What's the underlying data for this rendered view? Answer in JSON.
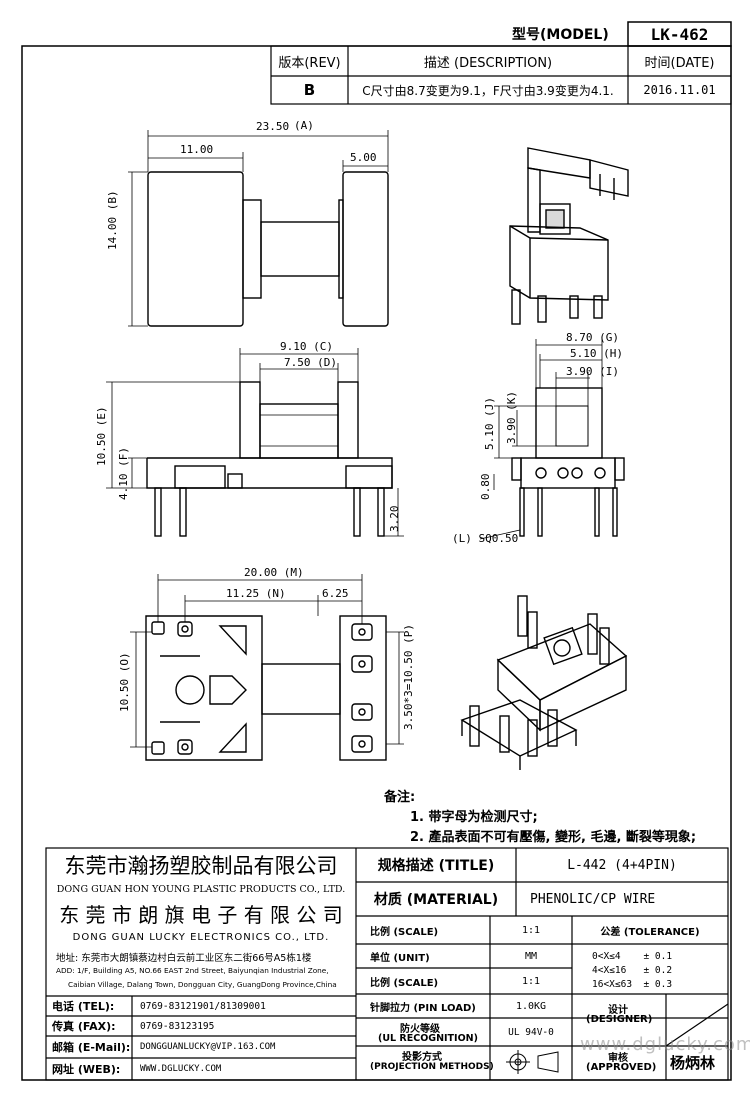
{
  "header": {
    "model_label": "型号(MODEL)",
    "model_value": "LK-462"
  },
  "revision": {
    "rev_label": "版本(REV)",
    "desc_label": "描述 (DESCRIPTION)",
    "date_label": "时间(DATE)",
    "rev_value": "B",
    "desc_value": "C尺寸由8.7变更为9.1，F尺寸由3.9变更为4.1.",
    "date_value": "2016.11.01"
  },
  "dimensions": {
    "top_overall": "23.50",
    "top_left": "11.00",
    "top_right": "5.00",
    "top_height": "14.00",
    "side_c": "9.10",
    "side_d": "7.50",
    "side_height": "10.50",
    "side_f": "4.10",
    "side_pin": "3.20",
    "end_g": "8.70",
    "end_h": "5.10",
    "end_i": "3.90",
    "end_j": "5.10",
    "end_k": "3.90",
    "end_pin": "0.80",
    "end_sq": "SQ0.50",
    "bottom_m": "20.00",
    "bottom_n": "11.25",
    "bottom_right": "6.25",
    "bottom_o": "10.50",
    "bottom_p": "3.50*3=10.50"
  },
  "letters": {
    "a": "A",
    "b": "B",
    "c": "C",
    "d": "D",
    "e": "E",
    "f": "F",
    "g": "G",
    "h": "H",
    "i": "I",
    "j": "J",
    "k": "K",
    "l": "L",
    "m": "M",
    "o": "O",
    "p": "P"
  },
  "notes": {
    "title": "备注:",
    "line1": "1. 带字母为检测尺寸;",
    "line2": "2. 產品表面不可有壓傷, 變形, 毛邊, 斷裂等現象;"
  },
  "company": {
    "cn1": "东莞市瀚扬塑胶制品有限公司",
    "en1": "DONG GUAN HON YOUNG PLASTIC PRODUCTS CO., LTD.",
    "cn2": "东 莞 市 朗 旗 电 子 有 限 公 司",
    "en2": "DONG GUAN LUCKY ELECTRONICS CO., LTD.",
    "addr_cn": "地址: 东莞市大朗镇蔡边村白云前工业区东二街66号A5栋1楼",
    "addr_en1": "ADD: 1/F, Building A5, NO.66 EAST 2nd Street, Baiyunqian Industrial Zone,",
    "addr_en2": "Caibian Village, Dalang Town, Dongguan City, GuangDong Province,China"
  },
  "contact": {
    "tel_label": "电话 (TEL):",
    "tel_value": "0769-83121901/81309001",
    "fax_label": "传真 (FAX):",
    "fax_value": "0769-83123195",
    "email_label": "邮箱 (E-Mail):",
    "email_value": "DONGGUANLUCKY@VIP.163.COM",
    "web_label": "网址 (WEB):",
    "web_value": "WWW.DGLUCKY.COM"
  },
  "spec": {
    "title_label": "规格描述 (TITLE)",
    "title_value": "L-442 (4+4PIN)",
    "material_label": "材质 (MATERIAL)",
    "material_value": "PHENOLIC/CP WIRE",
    "scale_label": "比例 (SCALE)",
    "scale_value": "1:1",
    "tolerance_label": "公差 (TOLERANCE)",
    "unit_label": "单位 (UNIT)",
    "unit_value": "MM",
    "tol1": "0<X≤4    ± 0.1",
    "tol2": "4<X≤16   ± 0.2",
    "tol3": "16<X≤63  ± 0.3",
    "scale2_label": "比例 (SCALE)",
    "scale2_value": "1:1",
    "pinload_label": "针脚拉力 (PIN LOAD)",
    "pinload_value": "1.0KG",
    "ul_label1": "防火等级",
    "ul_label2": "(UL RECOGNITION)",
    "ul_value": "UL 94V-0",
    "proj_label1": "投影方式",
    "proj_label2": "(PROJECTION METHODS)",
    "designer_label1": "设计",
    "designer_label2": "(DESIGNER)",
    "approved_label1": "审核",
    "approved_label2": "(APPROVED)",
    "approver": "杨炳林",
    "watermark": "www.dglucky.com"
  }
}
